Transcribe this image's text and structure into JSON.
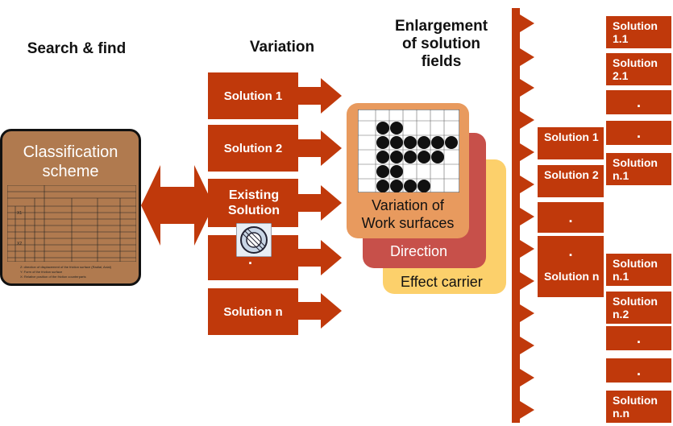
{
  "headers": {
    "search": "Search & find",
    "variation": "Variation",
    "enlargement": [
      "Enlargement",
      "of solution",
      "fields"
    ]
  },
  "classification": {
    "title": [
      "Classification",
      "scheme"
    ],
    "table_rows": [
      "X1",
      "X2"
    ],
    "notes": [
      "Z: direction of displacement of the friction surface (Radial, Axial)",
      "Y: Form of the friction surface",
      "X: Relative position of the friction counterparts"
    ]
  },
  "variation": {
    "items": [
      "Solution 1",
      "Solution 2",
      "Existing Solution",
      ".",
      "Solution n"
    ]
  },
  "layers": {
    "work": [
      "Variation of",
      "Work surfaces"
    ],
    "direction": "Direction",
    "effect": "Effect carrier"
  },
  "middle_column": [
    "Solution 1",
    "Solution 2",
    ".",
    ".",
    "Solution n"
  ],
  "right_column": [
    "Solution 1.1",
    "Solution 2.1",
    ".",
    ".",
    "Solution n.1",
    "Solution n.1",
    "Solution n.2",
    ".",
    ".",
    "Solution n.n"
  ],
  "colors": {
    "red": "#c0390b",
    "brown": "#b07a4f",
    "orange": "#e89a5e",
    "coral": "#c7504a",
    "yellow": "#fcd06b"
  }
}
